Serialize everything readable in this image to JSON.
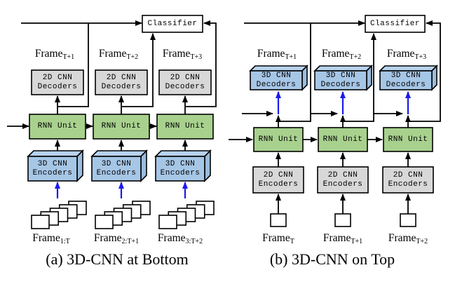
{
  "colors": {
    "background": "#ffffff",
    "wire": "#000000",
    "blue_arrow": "#1a1aee",
    "box_border": "#000000",
    "green_box": "#a8d18e",
    "gray_box": "#d8d8d8",
    "white_box": "#ffffff",
    "blue_box_front": "#a6c6e6",
    "blue_box_top": "#b7d2ee",
    "blue_box_side": "#9abddf"
  },
  "units": {
    "classifier": "Classifier",
    "rnn": "RNN Unit",
    "dec2d": {
      "l1": "2D CNN",
      "l2": "Decoders"
    },
    "enc3d": {
      "l1": "3D CNN",
      "l2": "Encoders"
    },
    "dec3d": {
      "l1": "3D CNN",
      "l2": "Decoders"
    },
    "enc2d": {
      "l1": "2D CNN",
      "l2": "Encoders"
    }
  },
  "panel_a": {
    "caption": "(a) 3D-CNN at Bottom",
    "top_frames": [
      {
        "base": "Frame",
        "sub": "T+1"
      },
      {
        "base": "Frame",
        "sub": "T+2"
      },
      {
        "base": "Frame",
        "sub": "T+3"
      }
    ],
    "bottom_frames": [
      {
        "base": "Frame",
        "sub": "1:T"
      },
      {
        "base": "Frame",
        "sub": "2:T+1"
      },
      {
        "base": "Frame",
        "sub": "3:T+2"
      }
    ]
  },
  "panel_b": {
    "caption": "(b) 3D-CNN on Top",
    "top_frames": [
      {
        "base": "Frame",
        "sub": "T+1"
      },
      {
        "base": "Frame",
        "sub": "T+2"
      },
      {
        "base": "Frame",
        "sub": "T+3"
      }
    ],
    "bottom_frames": [
      {
        "base": "Frame",
        "sub": "T"
      },
      {
        "base": "Frame",
        "sub": "T+1"
      },
      {
        "base": "Frame",
        "sub": "T+2"
      }
    ]
  }
}
